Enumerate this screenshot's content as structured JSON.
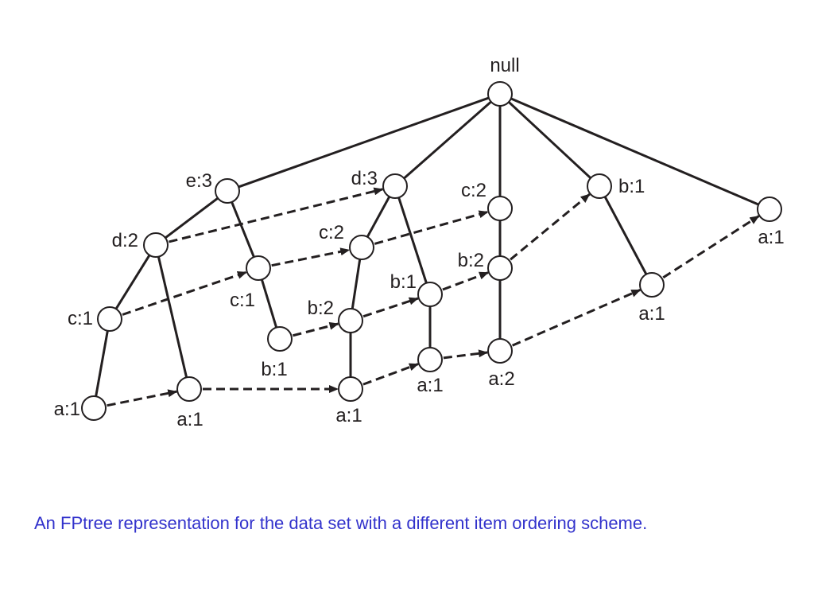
{
  "colors": {
    "ink": "#231f20",
    "caption": "#3333cc",
    "background": "#ffffff"
  },
  "tree": {
    "root": {
      "label": "null"
    },
    "nodes": [
      {
        "id": "e3",
        "label": "e:3"
      },
      {
        "id": "d2",
        "label": "d:2"
      },
      {
        "id": "c1_left",
        "label": "c:1"
      },
      {
        "id": "a1_leftmost",
        "label": "a:1"
      },
      {
        "id": "a1_under_d2",
        "label": "a:1"
      },
      {
        "id": "c1_under_e3",
        "label": "c:1"
      },
      {
        "id": "b1_under_c1",
        "label": "b:1"
      },
      {
        "id": "d3",
        "label": "d:3"
      },
      {
        "id": "c2_under_d3",
        "label": "c:2"
      },
      {
        "id": "b2_under_c2",
        "label": "b:2"
      },
      {
        "id": "a1_under_b2",
        "label": "a:1"
      },
      {
        "id": "b1_under_d3",
        "label": "b:1"
      },
      {
        "id": "a1_under_b1",
        "label": "a:1"
      },
      {
        "id": "c2_top",
        "label": "c:2"
      },
      {
        "id": "b2_under_c2_top",
        "label": "b:2"
      },
      {
        "id": "a2",
        "label": "a:2"
      },
      {
        "id": "b1_top",
        "label": "b:1"
      },
      {
        "id": "a1_under_b1_top",
        "label": "a:1"
      },
      {
        "id": "a1_top_right",
        "label": "a:1"
      }
    ],
    "tree_edges": [
      [
        "root",
        "e3"
      ],
      [
        "root",
        "d3"
      ],
      [
        "root",
        "c2_top"
      ],
      [
        "root",
        "b1_top"
      ],
      [
        "root",
        "a1_top_right"
      ],
      [
        "e3",
        "d2"
      ],
      [
        "e3",
        "c1_under_e3"
      ],
      [
        "d2",
        "c1_left"
      ],
      [
        "d2",
        "a1_under_d2"
      ],
      [
        "c1_left",
        "a1_leftmost"
      ],
      [
        "c1_under_e3",
        "b1_under_c1"
      ],
      [
        "d3",
        "c2_under_d3"
      ],
      [
        "d3",
        "b1_under_d3"
      ],
      [
        "c2_under_d3",
        "b2_under_c2"
      ],
      [
        "b2_under_c2",
        "a1_under_b2"
      ],
      [
        "b1_under_d3",
        "a1_under_b1"
      ],
      [
        "c2_top",
        "b2_under_c2_top"
      ],
      [
        "b2_under_c2_top",
        "a2"
      ],
      [
        "b1_top",
        "a1_under_b1_top"
      ]
    ],
    "node_links": [
      [
        "d2",
        "d3"
      ],
      [
        "c1_left",
        "c1_under_e3"
      ],
      [
        "c1_under_e3",
        "c2_under_d3"
      ],
      [
        "c2_under_d3",
        "c2_top"
      ],
      [
        "b1_under_c1",
        "b2_under_c2"
      ],
      [
        "b2_under_c2",
        "b1_under_d3"
      ],
      [
        "b1_under_d3",
        "b2_under_c2_top"
      ],
      [
        "b2_under_c2_top",
        "b1_top"
      ],
      [
        "a1_leftmost",
        "a1_under_d2"
      ],
      [
        "a1_under_d2",
        "a1_under_b2"
      ],
      [
        "a1_under_b2",
        "a1_under_b1"
      ],
      [
        "a1_under_b1",
        "a2"
      ],
      [
        "a2",
        "a1_under_b1_top"
      ],
      [
        "a1_under_b1_top",
        "a1_top_right"
      ]
    ]
  },
  "caption": "An FPtree representation for the data set with a different item ordering scheme."
}
